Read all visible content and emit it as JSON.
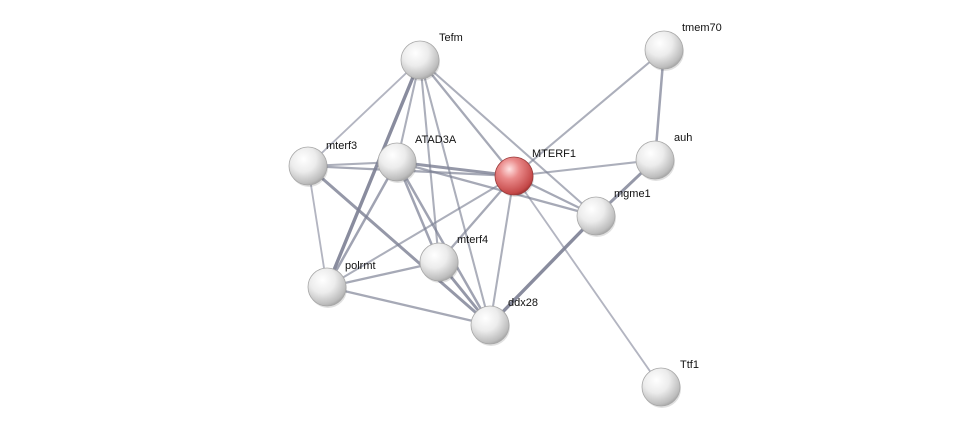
{
  "nodes": [
    {
      "id": "Tefm",
      "label": "Tefm",
      "query": false
    },
    {
      "id": "tmem70",
      "label": "tmem70",
      "query": false
    },
    {
      "id": "mterf3",
      "label": "mterf3",
      "query": false
    },
    {
      "id": "ATAD3A",
      "label": "ATAD3A",
      "query": false
    },
    {
      "id": "MTERF1",
      "label": "MTERF1",
      "query": true
    },
    {
      "id": "auh",
      "label": "auh",
      "query": false
    },
    {
      "id": "mgme1",
      "label": "mgme1",
      "query": false
    },
    {
      "id": "mterf4",
      "label": "mterf4",
      "query": false
    },
    {
      "id": "polrmt",
      "label": "polrmt",
      "query": false
    },
    {
      "id": "ddx28",
      "label": "ddx28",
      "query": false
    },
    {
      "id": "Ttf1",
      "label": "Ttf1",
      "query": false
    }
  ],
  "edges": [
    {
      "source": "Tefm",
      "target": "mterf3",
      "strength": 0.3
    },
    {
      "source": "Tefm",
      "target": "ATAD3A",
      "strength": 0.4
    },
    {
      "source": "Tefm",
      "target": "MTERF1",
      "strength": 0.5
    },
    {
      "source": "Tefm",
      "target": "mterf4",
      "strength": 0.4
    },
    {
      "source": "Tefm",
      "target": "polrmt",
      "strength": 1.0
    },
    {
      "source": "Tefm",
      "target": "ddx28",
      "strength": 0.4
    },
    {
      "source": "Tefm",
      "target": "mgme1",
      "strength": 0.4
    },
    {
      "source": "tmem70",
      "target": "MTERF1",
      "strength": 0.4
    },
    {
      "source": "tmem70",
      "target": "auh",
      "strength": 0.6
    },
    {
      "source": "mterf3",
      "target": "ATAD3A",
      "strength": 0.4
    },
    {
      "source": "mterf3",
      "target": "MTERF1",
      "strength": 0.5
    },
    {
      "source": "mterf3",
      "target": "polrmt",
      "strength": 0.3
    },
    {
      "source": "mterf3",
      "target": "ddx28",
      "strength": 0.8
    },
    {
      "source": "ATAD3A",
      "target": "MTERF1",
      "strength": 0.8
    },
    {
      "source": "ATAD3A",
      "target": "polrmt",
      "strength": 0.6
    },
    {
      "source": "ATAD3A",
      "target": "mterf4",
      "strength": 0.6
    },
    {
      "source": "ATAD3A",
      "target": "ddx28",
      "strength": 0.6
    },
    {
      "source": "ATAD3A",
      "target": "mgme1",
      "strength": 0.5
    },
    {
      "source": "MTERF1",
      "target": "auh",
      "strength": 0.4
    },
    {
      "source": "MTERF1",
      "target": "mgme1",
      "strength": 0.5
    },
    {
      "source": "MTERF1",
      "target": "mterf4",
      "strength": 0.5
    },
    {
      "source": "MTERF1",
      "target": "polrmt",
      "strength": 0.4
    },
    {
      "source": "MTERF1",
      "target": "ddx28",
      "strength": 0.4
    },
    {
      "source": "MTERF1",
      "target": "Ttf1",
      "strength": 0.3
    },
    {
      "source": "auh",
      "target": "mgme1",
      "strength": 0.8
    },
    {
      "source": "mgme1",
      "target": "ddx28",
      "strength": 1.0
    },
    {
      "source": "mterf4",
      "target": "polrmt",
      "strength": 0.5
    },
    {
      "source": "mterf4",
      "target": "ddx28",
      "strength": 0.8
    },
    {
      "source": "polrmt",
      "target": "ddx28",
      "strength": 0.5
    }
  ],
  "colors": {
    "node_default": "#dcdcdc",
    "node_query": "#e06868",
    "edge": "#7c8094",
    "label": "#111111"
  }
}
